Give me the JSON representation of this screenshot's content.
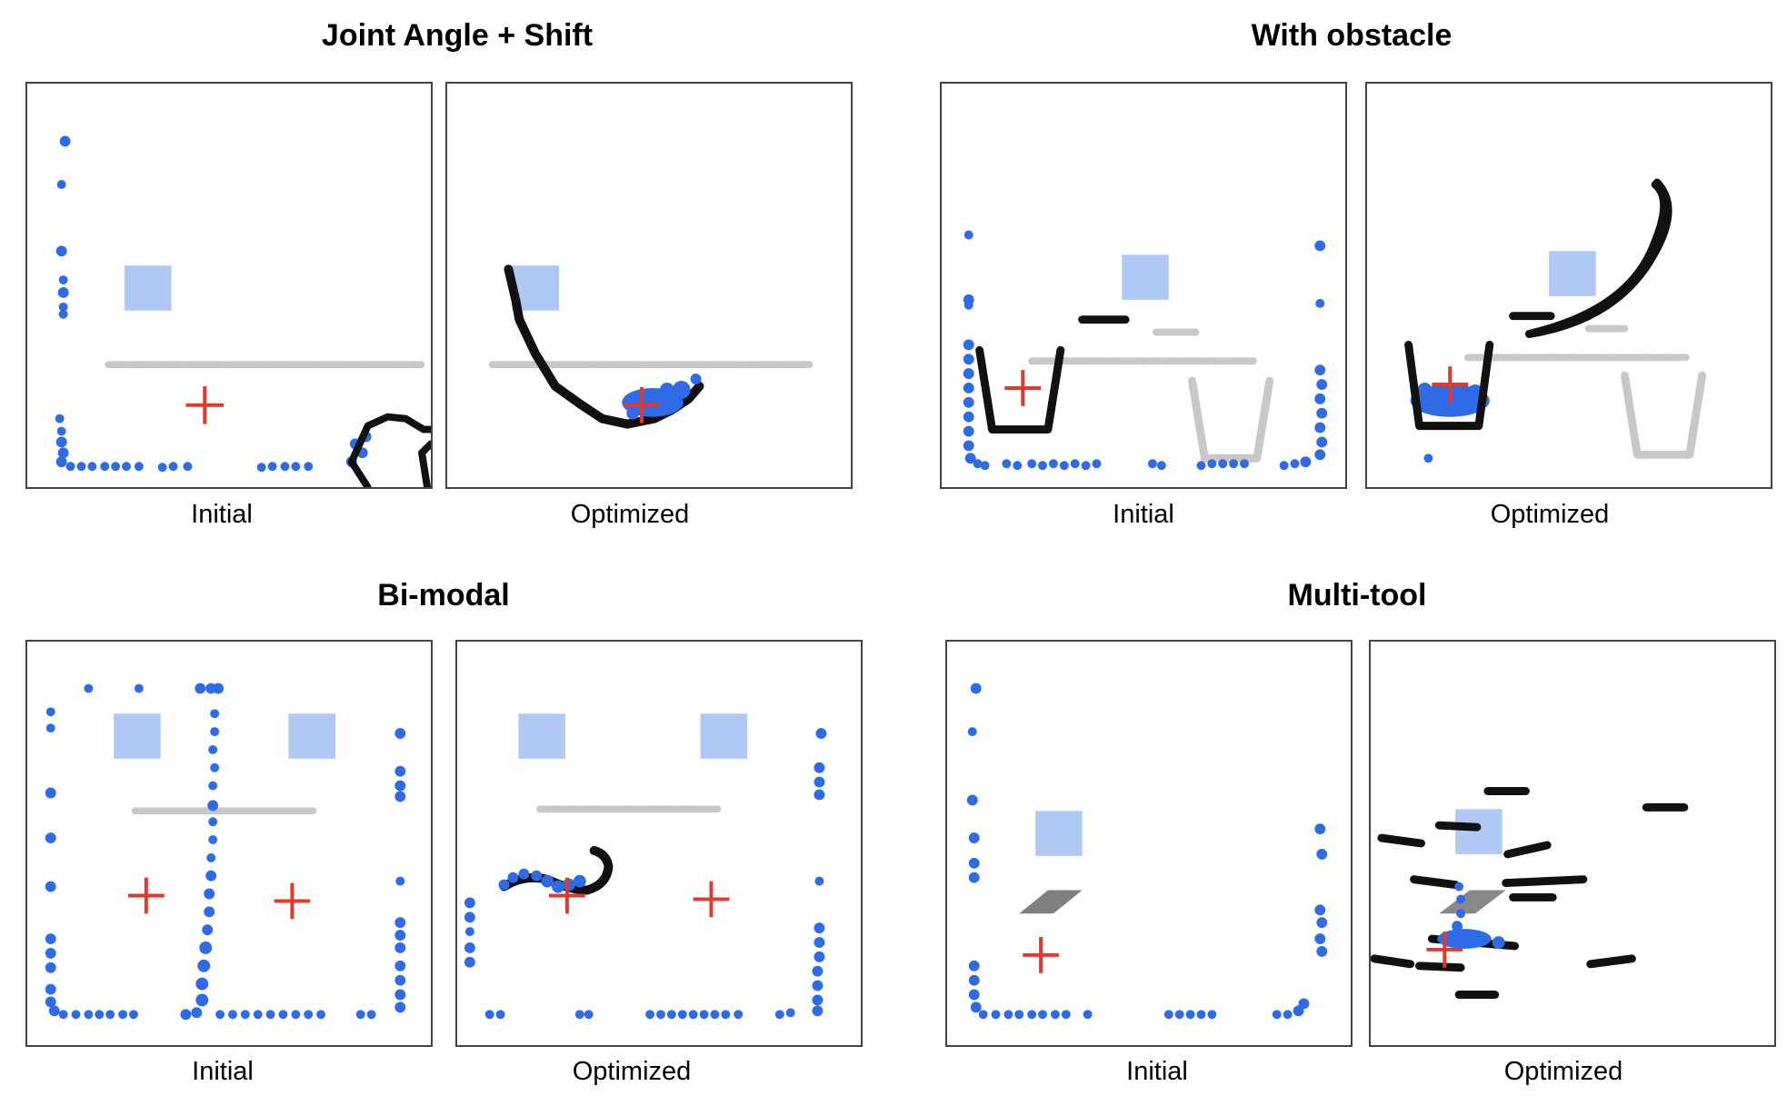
{
  "colors": {
    "particle": "#2f6be6",
    "target": "#e03a2f",
    "tool": "#111111",
    "ghost": "#c8c8c8",
    "cloud": "#8fb2f0",
    "frame": "#444444"
  },
  "groups": [
    {
      "title": "Joint Angle + Shift",
      "captions": [
        "Initial",
        "Optimized"
      ]
    },
    {
      "title": "With obstacle",
      "captions": [
        "Initial",
        "Optimized"
      ]
    },
    {
      "title": "Bi-modal",
      "captions": [
        "Initial",
        "Optimized"
      ]
    },
    {
      "title": "Multi-tool",
      "captions": [
        "Initial",
        "Optimized"
      ]
    }
  ]
}
